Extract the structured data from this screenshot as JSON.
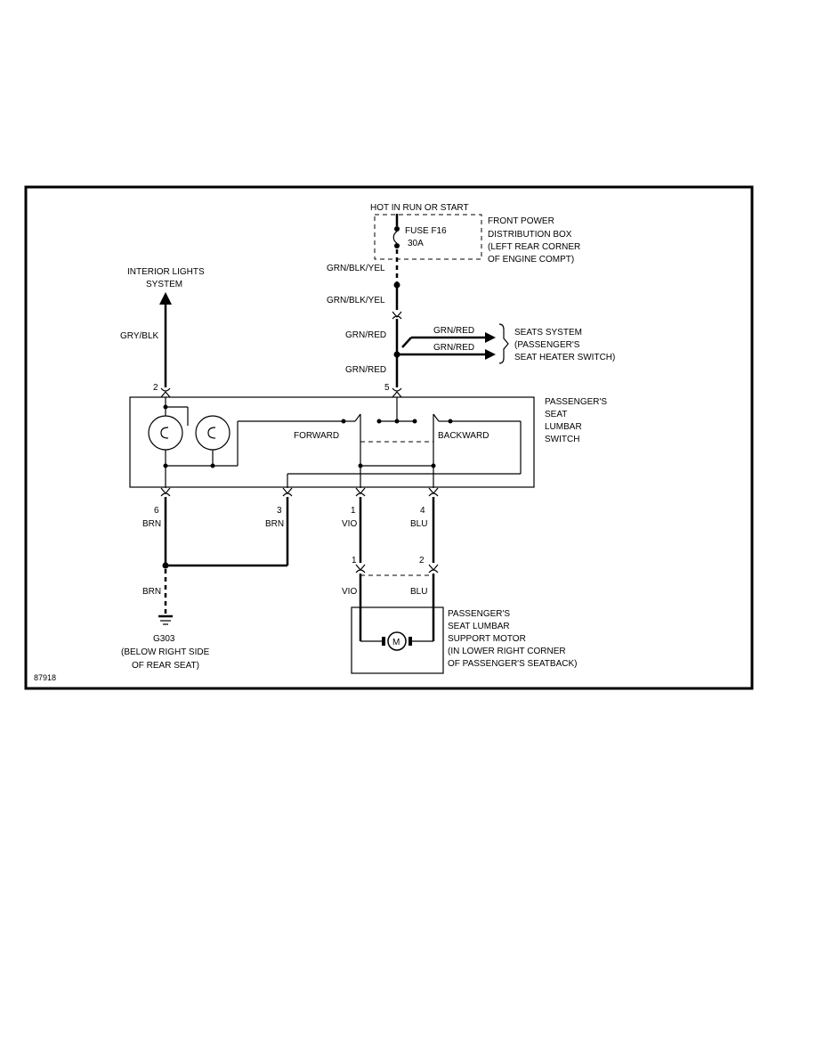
{
  "labels": {
    "hot_in_run": "HOT IN RUN OR START",
    "fuse_name": "FUSE F16",
    "fuse_amp": "30A",
    "fpdb_1": "FRONT POWER",
    "fpdb_2": "DISTRIBUTION BOX",
    "fpdb_3": "(LEFT REAR CORNER",
    "fpdb_4": "OF ENGINE COMPT)",
    "wire_grn_blk_yel": "GRN/BLK/YEL",
    "wire_grn_red": "GRN/RED",
    "interior_1": "INTERIOR LIGHTS",
    "interior_2": "SYSTEM",
    "wire_gry_blk": "GRY/BLK",
    "seats_1": "SEATS SYSTEM",
    "seats_2": "(PASSENGER'S",
    "seats_3": "SEAT HEATER SWITCH)",
    "switch_1": "PASSENGER'S",
    "switch_2": "SEAT",
    "switch_3": "LUMBAR",
    "switch_4": "SWITCH",
    "forward": "FORWARD",
    "backward": "BACKWARD",
    "pin_2": "2",
    "pin_5": "5",
    "pin_6": "6",
    "pin_3": "3",
    "pin_1": "1",
    "pin_4": "4",
    "motor_pin_1": "1",
    "motor_pin_2": "2",
    "wire_brn": "BRN",
    "wire_vio": "VIO",
    "wire_blu": "BLU",
    "ground_1": "G303",
    "ground_2": "(BELOW RIGHT SIDE",
    "ground_3": "OF REAR SEAT)",
    "motor_1": "PASSENGER'S",
    "motor_2": "SEAT LUMBAR",
    "motor_3": "SUPPORT MOTOR",
    "motor_4": "(IN LOWER RIGHT CORNER",
    "motor_5": "OF PASSENGER'S SEATBACK)",
    "motor_symbol": "M",
    "figure_id": "87918"
  }
}
